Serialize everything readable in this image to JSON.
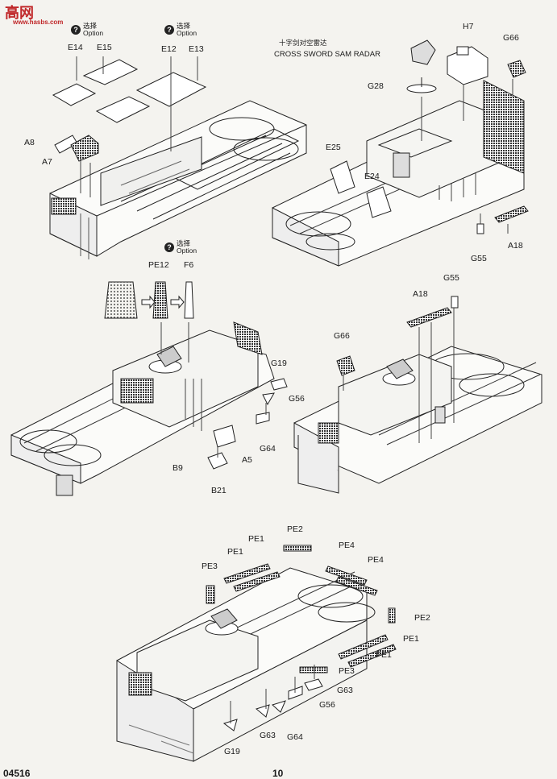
{
  "watermark": {
    "site_chars": "高网",
    "site_url": "www.hasbs.com"
  },
  "option": {
    "zh": "选择",
    "en": "Option"
  },
  "radar": {
    "zh": "十字剑对空雷达",
    "en": "CROSS SWORD SAM RADAR"
  },
  "step1_labels": {
    "e14": "E14",
    "e15": "E15",
    "e12": "E12",
    "e13": "E13",
    "a8": "A8",
    "a7": "A7"
  },
  "step2_labels": {
    "h7": "H7",
    "g66": "G66",
    "g28": "G28",
    "e25": "E25",
    "e24": "E24",
    "g55": "G55",
    "a18": "A18"
  },
  "step3_labels": {
    "pe12": "PE12",
    "f6": "F6",
    "g19": "G19",
    "g56": "G56",
    "g64": "G64",
    "a5": "A5",
    "b9": "B9",
    "b21": "B21"
  },
  "step4_labels": {
    "a18": "A18",
    "g55": "G55",
    "g66": "G66"
  },
  "step5_labels": {
    "pe2_top": "PE2",
    "pe1_a": "PE1",
    "pe1_b": "PE1",
    "pe4_a": "PE4",
    "pe4_b": "PE4",
    "pe3_top": "PE3",
    "pe2_right": "PE2",
    "pe1_c": "PE1",
    "pe1_d": "PE1",
    "pe3_bottom": "PE3",
    "g63_a": "G63",
    "g56": "G56",
    "g63_b": "G63",
    "g64": "G64",
    "g19": "G19"
  },
  "footer": {
    "code": "04516",
    "page": "10"
  }
}
